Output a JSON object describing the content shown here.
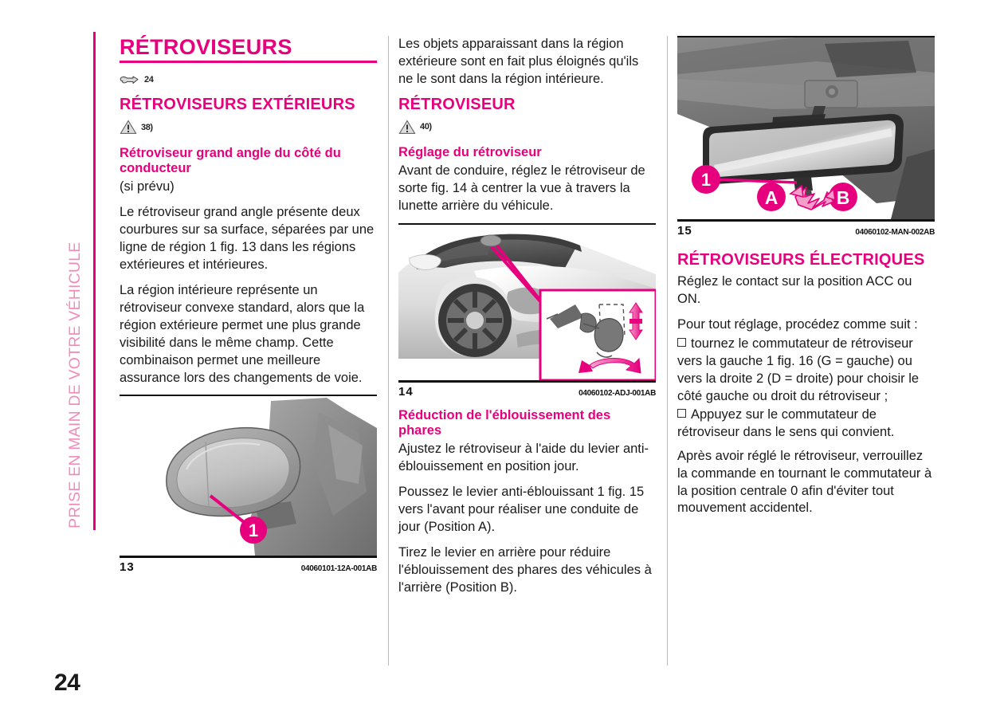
{
  "page": {
    "number": "24",
    "section_tab": "PRISE EN MAIN DE VOTRE VÉHICULE",
    "accent_color": "#e6007e",
    "tab_color": "#f08cbb"
  },
  "column1": {
    "main_title": "RÉTROVISEURS",
    "hand_ref": {
      "icon": "pointing-hand-icon",
      "value": "24"
    },
    "section_title": "RÉTROVISEURS EXTÉRIEURS",
    "warning_ref": {
      "icon": "warning-triangle-icon",
      "value": "38)"
    },
    "sub_title": "Rétroviseur grand angle du côté du conducteur",
    "note": "(si prévu)",
    "paragraph_1": "Le rétroviseur grand angle présente deux courbures sur sa surface, séparées par une ligne de région 1 fig. 13 dans les régions extérieures et intérieures.",
    "paragraph_2": "La région intérieure représente un rétroviseur convexe standard, alors que la région extérieure permet une plus grande visibilité dans le même champ. Cette combinaison permet une meilleure assurance lors des changements de voie.",
    "figure": {
      "name": "side-mirror-photo",
      "number": "13",
      "code": "04060101-12A-001AB",
      "callouts": [
        "1"
      ]
    }
  },
  "column2": {
    "paragraph_1": "Les objets apparaissant dans la région extérieure sont en fait plus éloignés qu'ils ne le sont dans la région intérieure.",
    "section_title": "RÉTROVISEUR",
    "warning_ref": {
      "icon": "warning-triangle-icon",
      "value": "40)"
    },
    "sub_title": "Réglage du rétroviseur",
    "paragraph_2": "Avant de conduire, réglez le rétroviseur de sorte fig. 14 à centrer la vue à travers la lunette arrière du véhicule.",
    "figure": {
      "name": "car-mirror-adjust-photo",
      "number": "14",
      "code": "04060102-ADJ-001AB"
    },
    "sub_title_2": "Réduction de l'éblouissement des phares",
    "paragraph_3": "Ajustez le rétroviseur à l'aide du levier anti-éblouissement en position jour.",
    "paragraph_4": "Poussez le levier anti-éblouissant 1 fig. 15 vers l'avant pour réaliser une conduite de jour (Position A).",
    "paragraph_5": "Tirez le levier en arrière pour réduire l'éblouissement des phares des véhicules à l'arrière (Position B)."
  },
  "column3": {
    "figure": {
      "name": "rearview-mirror-photo",
      "number": "15",
      "code": "04060102-MAN-002AB",
      "callouts": [
        "1",
        "A",
        "B"
      ]
    },
    "section_title": "RÉTROVISEURS ÉLECTRIQUES",
    "paragraph_1": "Réglez le contact sur la position ACC ou ON.",
    "paragraph_2": "Pour tout réglage, procédez comme suit :",
    "bullets": [
      "tournez le commutateur de rétroviseur vers la gauche 1 fig. 16 (G = gauche) ou vers la droite 2 (D = droite) pour choisir le côté gauche ou droit du rétroviseur ;",
      "Appuyez sur le commutateur de rétroviseur dans le sens qui convient."
    ],
    "paragraph_3": "Après avoir réglé le rétroviseur, verrouillez la commande en tournant le commutateur à la position centrale 0 afin d'éviter tout mouvement accidentel."
  }
}
